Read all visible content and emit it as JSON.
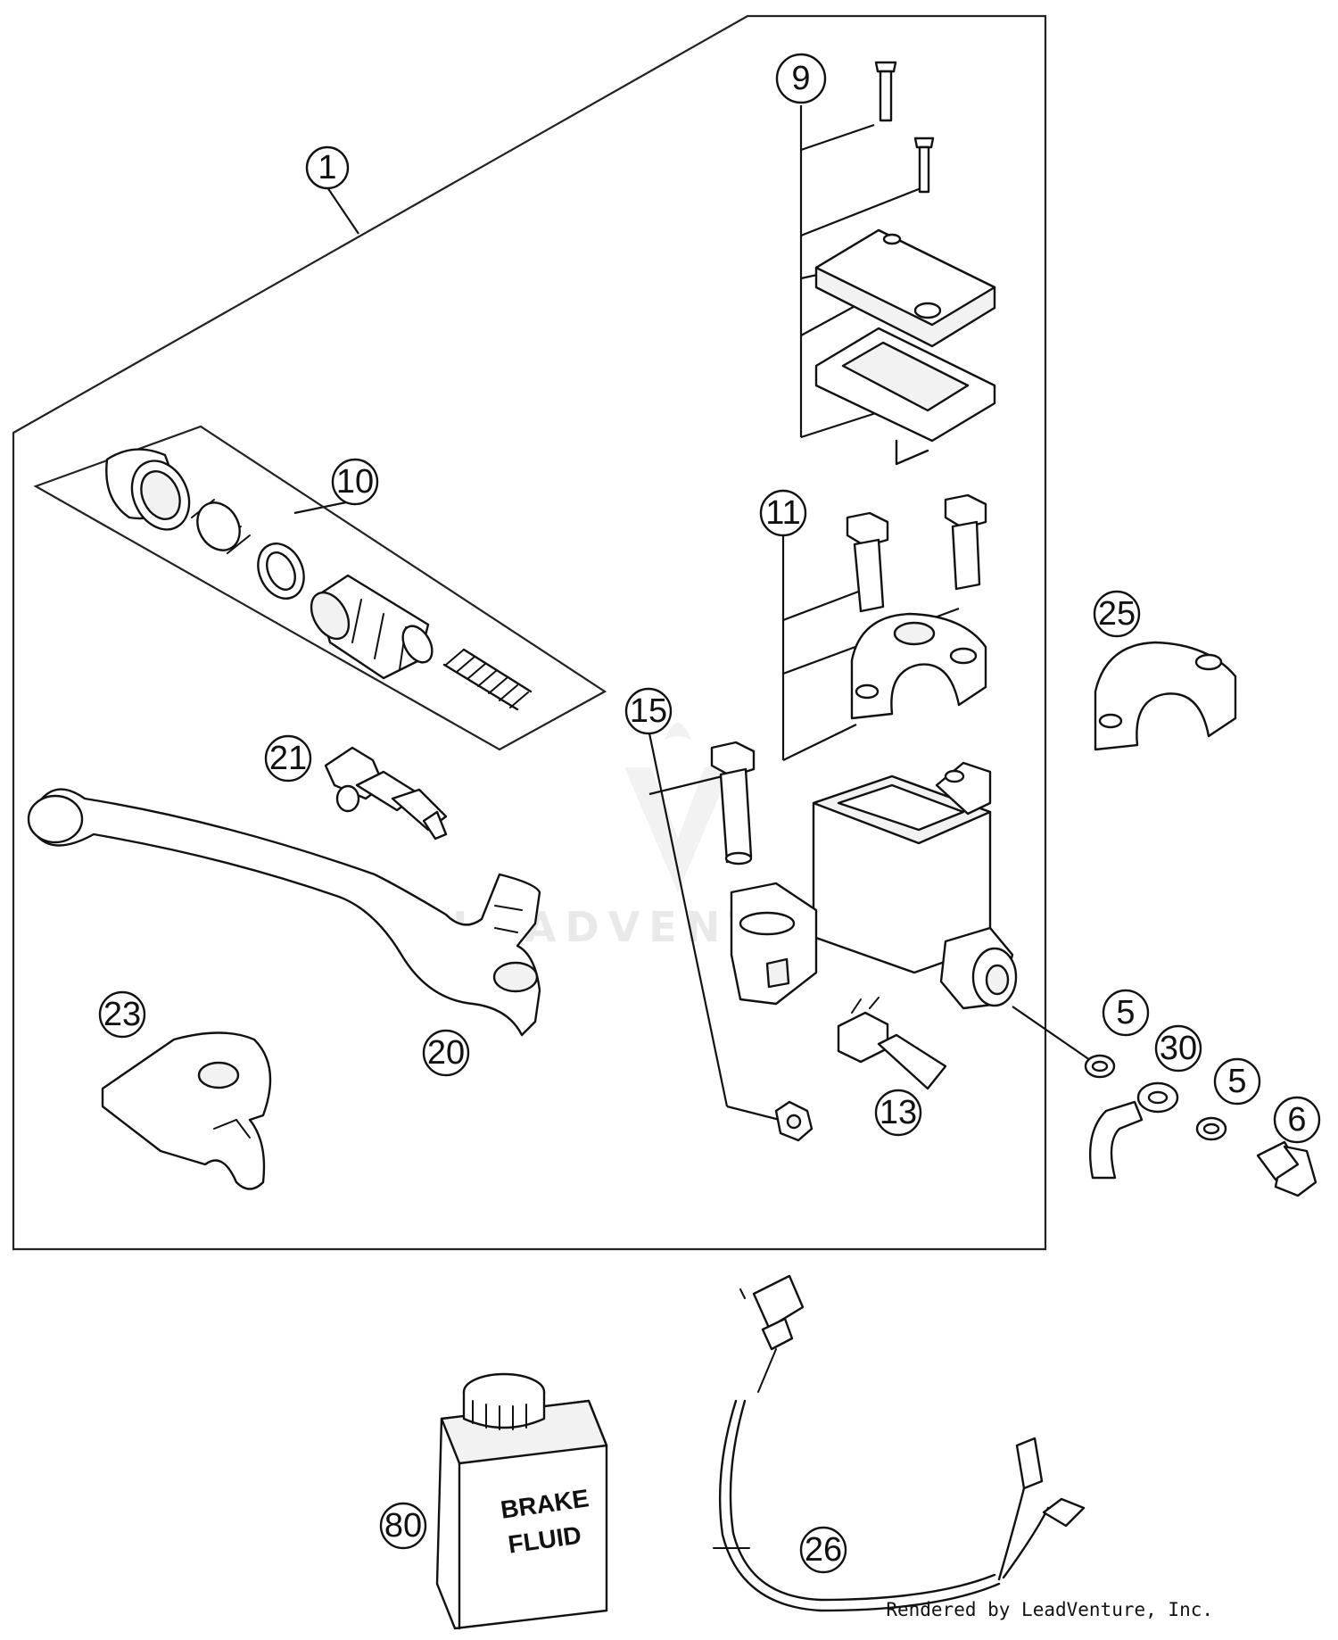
{
  "watermark": "LEADVENTURE",
  "credit": "Rendered by LeadVenture, Inc.",
  "can_label": [
    "BRAKE",
    "FLUID"
  ],
  "callouts": [
    {
      "id": "c1",
      "label": "1"
    },
    {
      "id": "c9",
      "label": "9"
    },
    {
      "id": "c10",
      "label": "10"
    },
    {
      "id": "c11",
      "label": "11"
    },
    {
      "id": "c25",
      "label": "25"
    },
    {
      "id": "c15",
      "label": "15"
    },
    {
      "id": "c21",
      "label": "21"
    },
    {
      "id": "c23",
      "label": "23"
    },
    {
      "id": "c20",
      "label": "20"
    },
    {
      "id": "c13",
      "label": "13"
    },
    {
      "id": "c5a",
      "label": "5"
    },
    {
      "id": "c30",
      "label": "30"
    },
    {
      "id": "c5b",
      "label": "5"
    },
    {
      "id": "c6",
      "label": "6"
    },
    {
      "id": "c80",
      "label": "80"
    },
    {
      "id": "c26",
      "label": "26"
    }
  ]
}
